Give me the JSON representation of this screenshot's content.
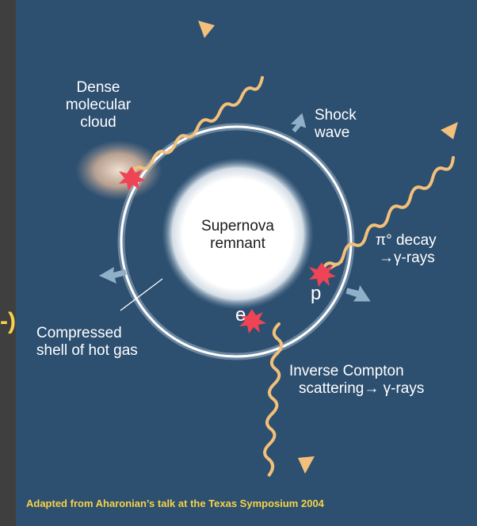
{
  "labels": {
    "dense_cloud": [
      "Dense",
      "molecular",
      "cloud"
    ],
    "shock_wave": [
      "Shock",
      "wave"
    ],
    "supernova": [
      "Supernova",
      "remnant"
    ],
    "pion_decay": [
      "π° decay",
      "→γ-rays"
    ],
    "proton": "p",
    "electron": "e",
    "compressed_shell": [
      "Compressed",
      "shell of hot gas"
    ],
    "inverse_compton": [
      "Inverse Compton",
      "scattering→ γ-rays"
    ]
  },
  "edge_fragment": "-)",
  "caption": "Adapted from Aharonian’s talk at the Texas Symposium 2004",
  "colors": {
    "background": "#2d4f70",
    "frame": "#3f3f3f",
    "caption": "#f6d34a",
    "gamma_ray": "#f2c07a",
    "burst": "#ee4455",
    "arrow": "#8fb0c8"
  }
}
